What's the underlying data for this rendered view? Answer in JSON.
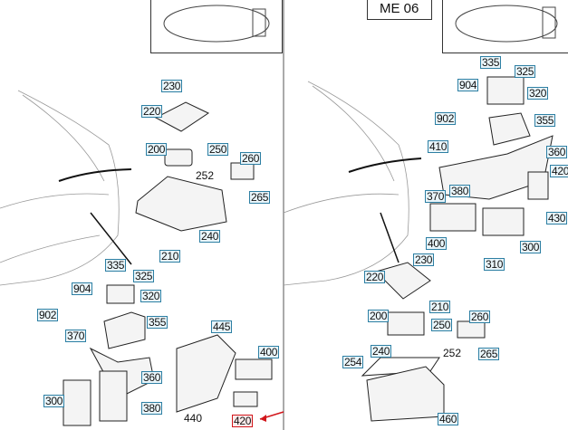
{
  "left_panel": {
    "callouts": [
      "230",
      "220",
      "200",
      "250",
      "260",
      "265",
      "240",
      "210",
      "335",
      "325",
      "904",
      "320",
      "902",
      "355",
      "370",
      "445",
      "400",
      "360",
      "300",
      "380"
    ],
    "plain_labels": [
      "252",
      "440"
    ],
    "highlighted_callout": "420"
  },
  "right_panel": {
    "title": "ME 06",
    "callouts": [
      "335",
      "325",
      "904",
      "320",
      "902",
      "355",
      "410",
      "360",
      "420",
      "370",
      "380",
      "430",
      "400",
      "300",
      "230",
      "310",
      "220",
      "210",
      "200",
      "250",
      "260",
      "265",
      "240",
      "254",
      "460"
    ],
    "plain_labels": [
      "252"
    ]
  },
  "colors": {
    "callout_border": "#2d7fa3",
    "highlight": "#d2161b"
  }
}
